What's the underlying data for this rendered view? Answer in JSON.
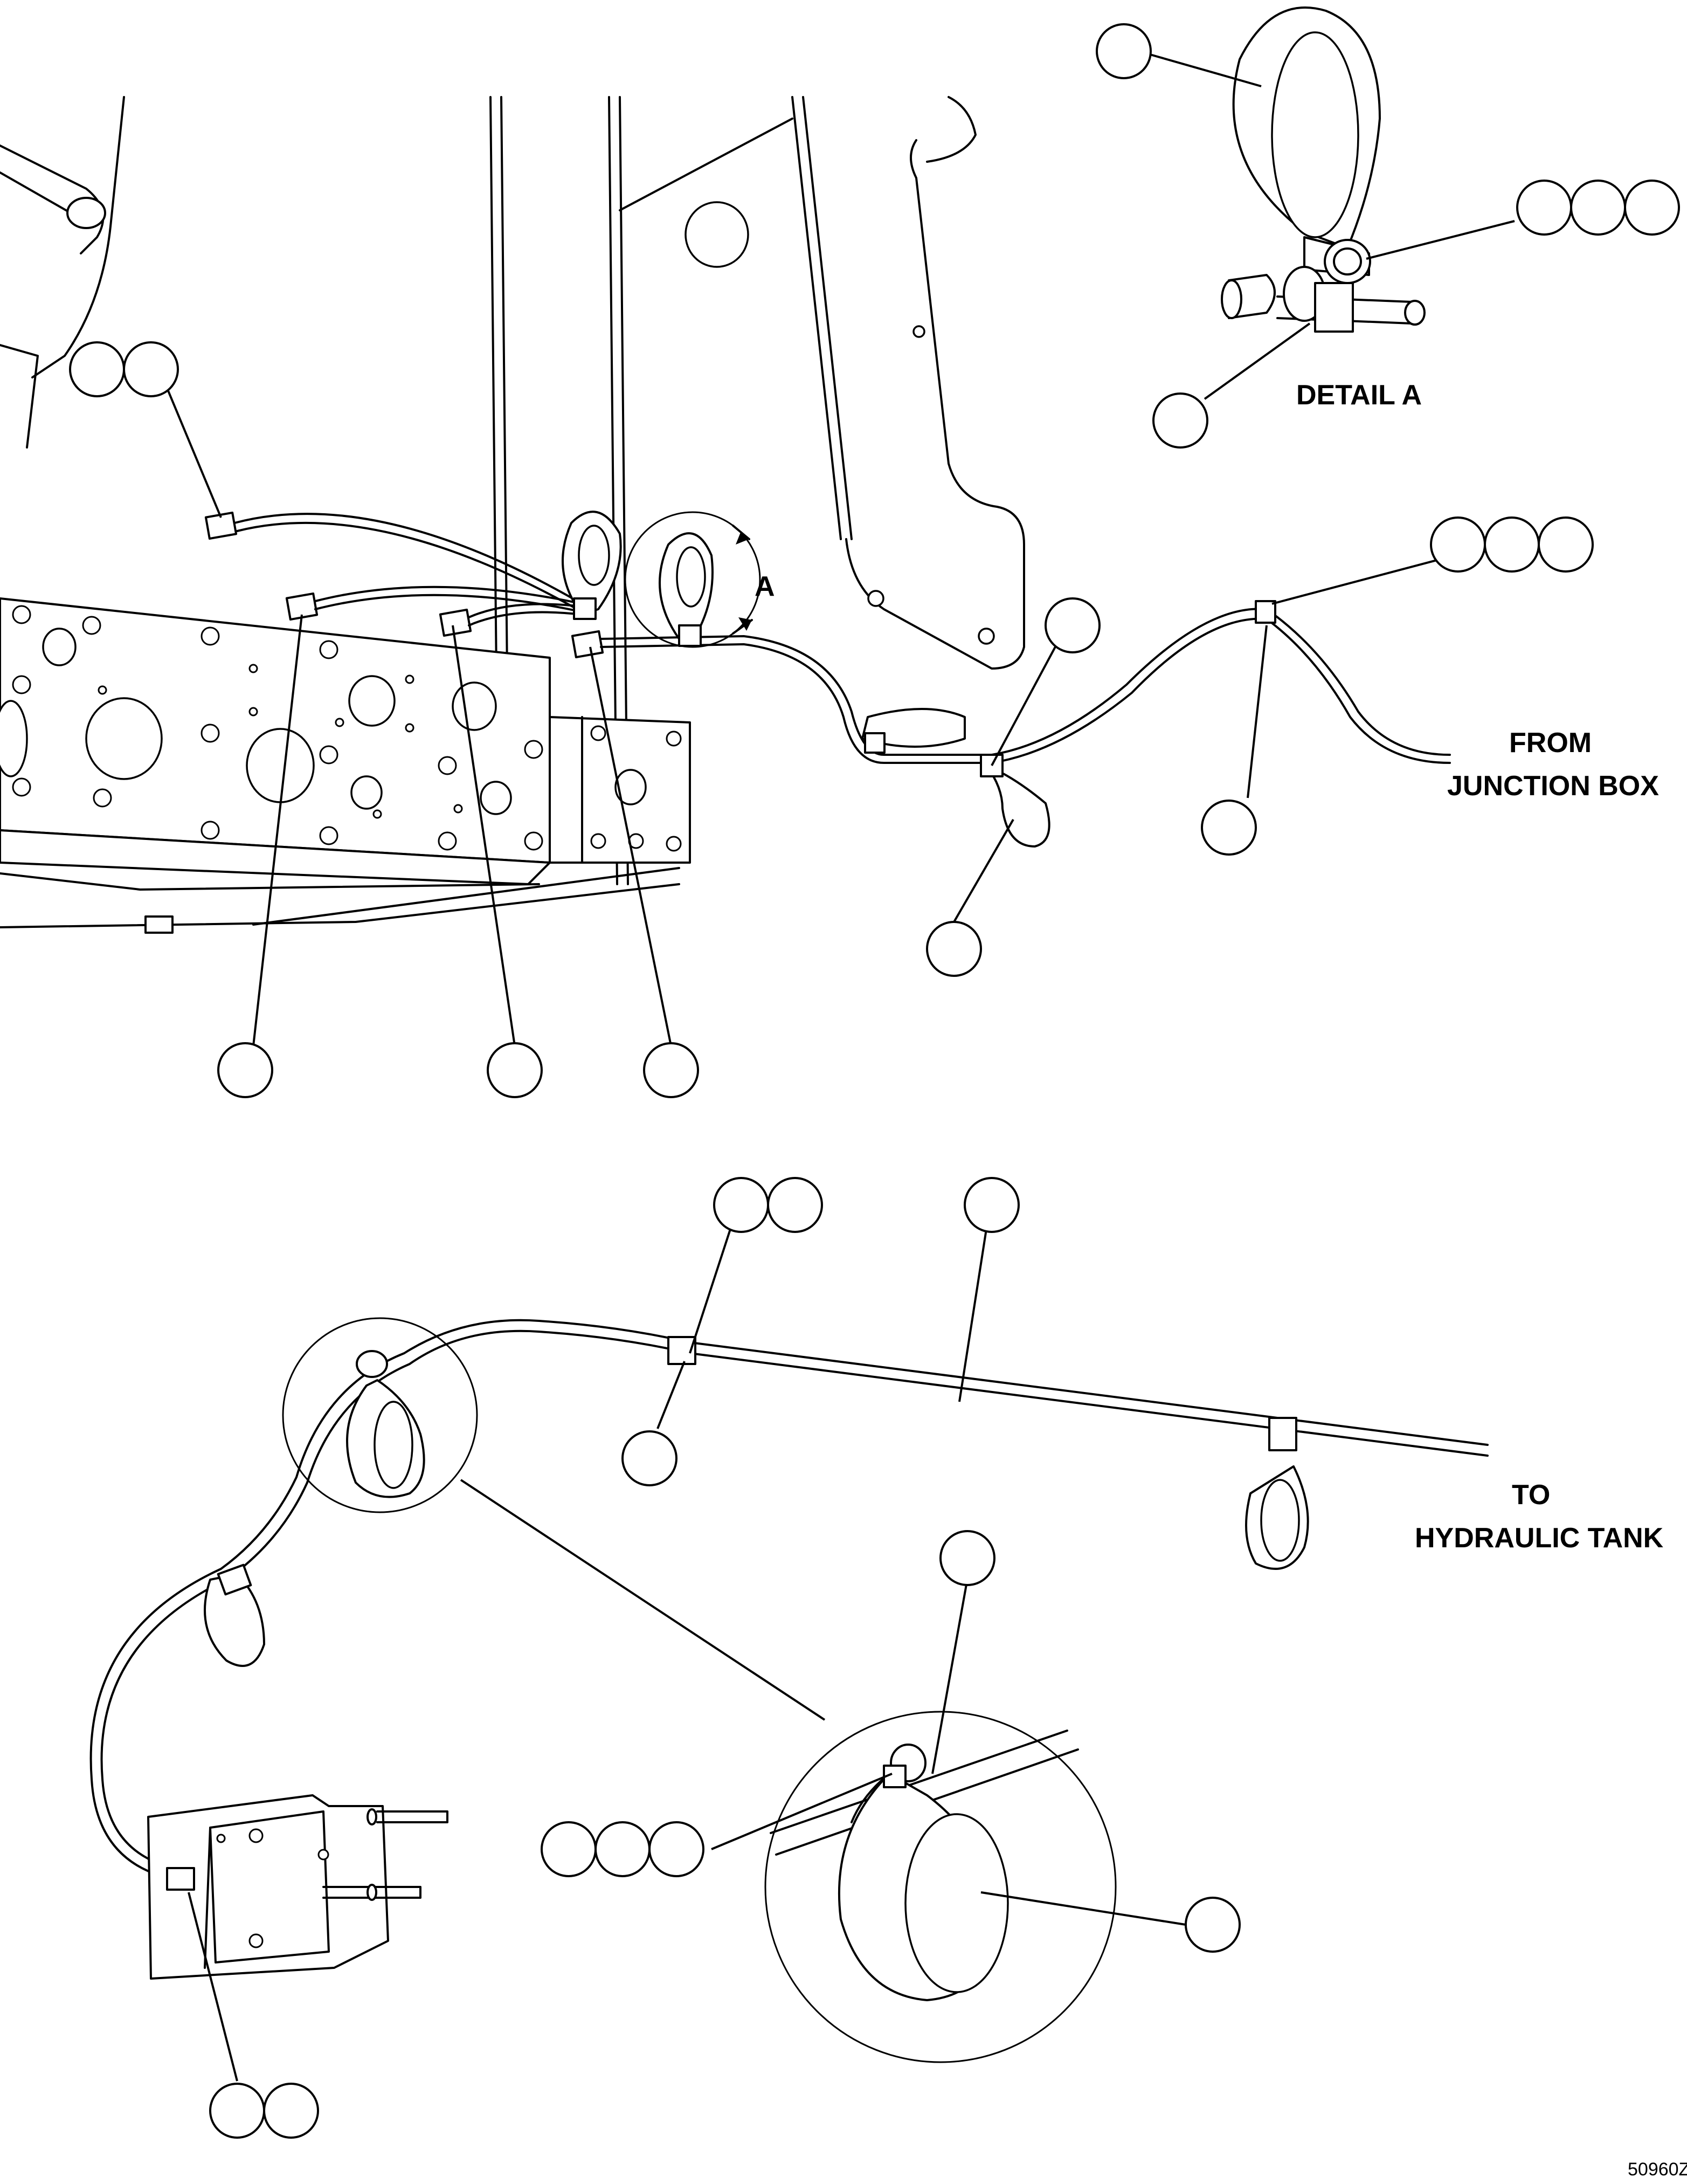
{
  "labels": {
    "detail_a": "DETAIL A",
    "detail_marker": "A",
    "from_junction_line1": "FROM",
    "from_junction_line2": "JUNCTION BOX",
    "to_tank_line1": "TO",
    "to_tank_line2": "HYDRAULIC TANK",
    "drawing_number": "50960Z"
  },
  "callout_bubbles": "empty reference circles, no item numbers printed"
}
